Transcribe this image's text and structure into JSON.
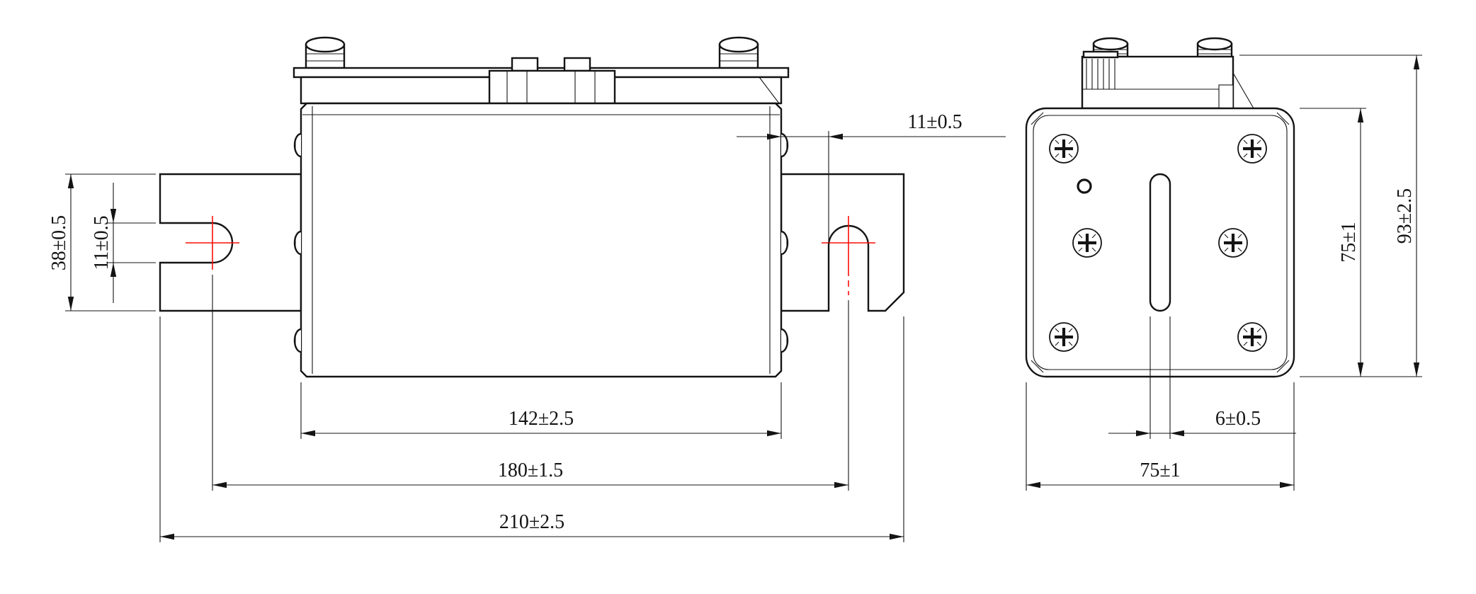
{
  "colors": {
    "line": "#141414",
    "centerline": "#fb0d06",
    "surface": "#ffffff",
    "background": "#ffffff"
  },
  "front_view": {
    "dim_terminal_offset": "11±0.5",
    "dim_blade_height": "38±0.5",
    "dim_slot_width": "11±0.5",
    "dim_body_width": "142±2.5",
    "dim_center_span": "180±1.5",
    "dim_overall_length": "210±2.5"
  },
  "side_view": {
    "dim_overall_height": "93±2.5",
    "dim_body_height": "75±1",
    "dim_slot_width": "6±0.5",
    "dim_body_width": "75±1"
  }
}
